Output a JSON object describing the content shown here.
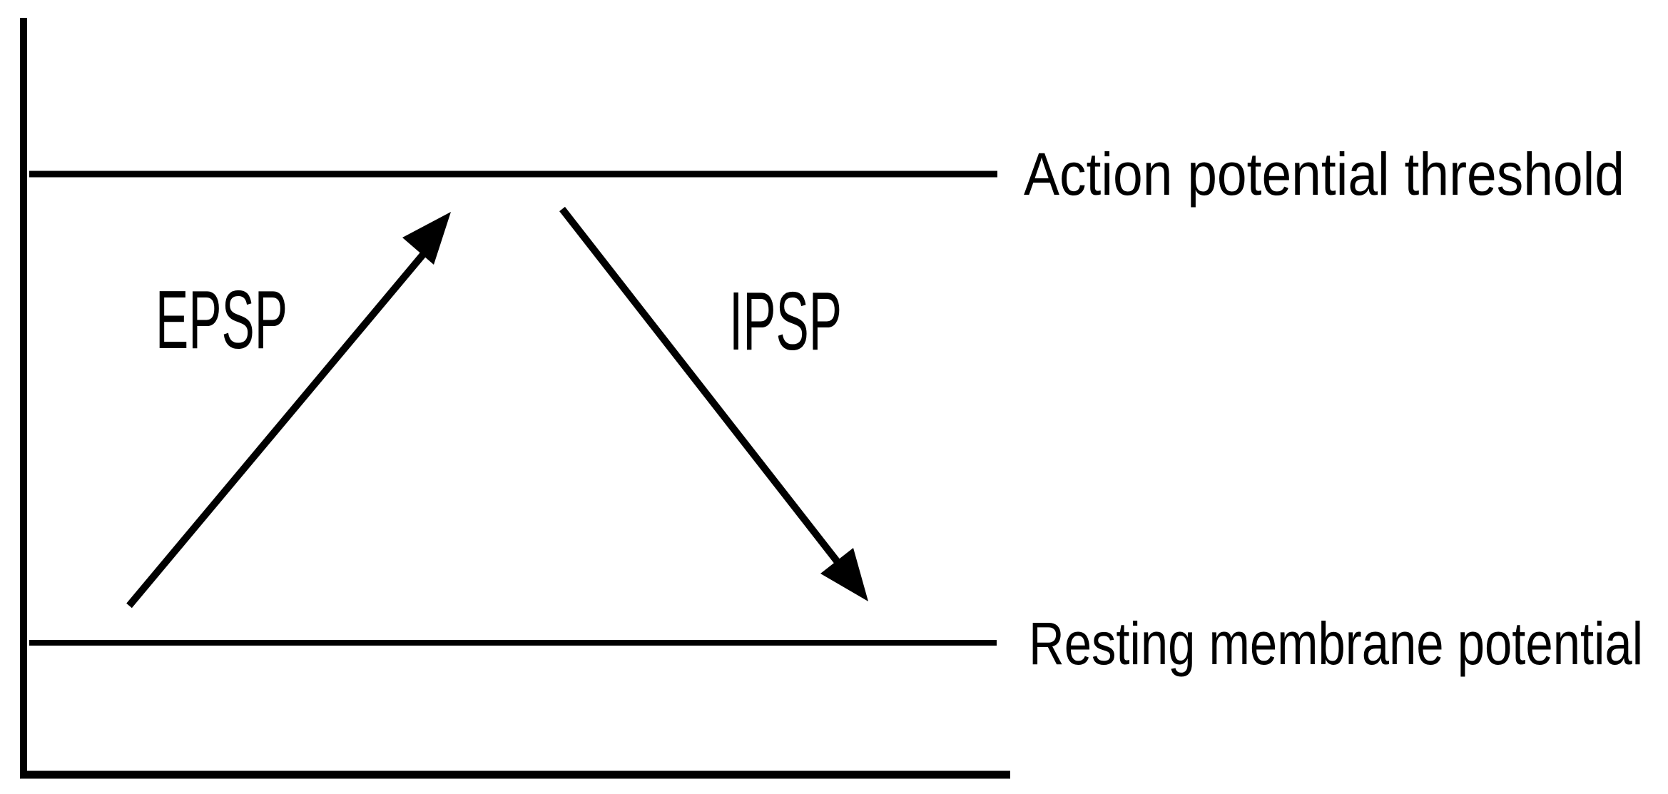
{
  "diagram": {
    "description": "Membrane potential diagram showing EPSP raising potential toward threshold and IPSP lowering it back to rest",
    "threshold_label": "Action potential threshold",
    "resting_label": "Resting membrane potential",
    "epsp_label": "EPSP",
    "ipsp_label": "IPSP",
    "colors": {
      "line": "#000000",
      "background": "#ffffff"
    }
  }
}
